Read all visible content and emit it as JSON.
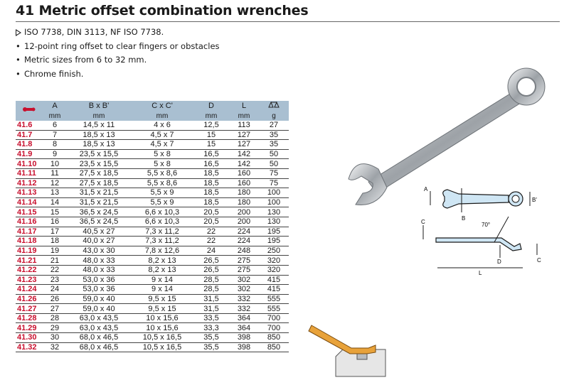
{
  "title": "41 Metric offset combination wrenches",
  "bullets": [
    {
      "marker": "triangle",
      "text": "ISO 7738, DIN 3113, NF ISO 7738."
    },
    {
      "marker": "•",
      "text": "12-point ring offset to clear fingers or obstacles"
    },
    {
      "marker": "•",
      "text": "Metric sizes from 6 to 32 mm."
    },
    {
      "marker": "•",
      "text": "Chrome finish."
    }
  ],
  "table": {
    "header": [
      "",
      "A",
      "B x B'",
      "C x C'",
      "D",
      "L",
      ""
    ],
    "units": [
      "",
      "mm",
      "mm",
      "mm",
      "mm",
      "mm",
      "g"
    ],
    "icons": {
      "first": "wrench-icon",
      "last": "weight-scale-icon"
    },
    "rows": [
      [
        "41.6",
        "6",
        "14,5 x 11",
        "4 x 6",
        "12,5",
        "113",
        "27"
      ],
      [
        "41.7",
        "7",
        "18,5 x 13",
        "4,5 x 7",
        "15",
        "127",
        "35"
      ],
      [
        "41.8",
        "8",
        "18,5 x 13",
        "4,5 x 7",
        "15",
        "127",
        "35"
      ],
      [
        "41.9",
        "9",
        "23,5 x 15,5",
        "5 x 8",
        "16,5",
        "142",
        "50"
      ],
      [
        "41.10",
        "10",
        "23,5 x 15,5",
        "5 x 8",
        "16,5",
        "142",
        "50"
      ],
      [
        "41.11",
        "11",
        "27,5 x 18,5",
        "5,5 x 8,6",
        "18,5",
        "160",
        "75"
      ],
      [
        "41.12",
        "12",
        "27,5 x 18,5",
        "5,5 x 8,6",
        "18,5",
        "160",
        "75"
      ],
      [
        "41.13",
        "13",
        "31,5 x 21,5",
        "5,5 x 9",
        "18,5",
        "180",
        "100"
      ],
      [
        "41.14",
        "14",
        "31,5 x 21,5",
        "5,5 x 9",
        "18,5",
        "180",
        "100"
      ],
      [
        "41.15",
        "15",
        "36,5 x 24,5",
        "6,6 x 10,3",
        "20,5",
        "200",
        "130"
      ],
      [
        "41.16",
        "16",
        "36,5 x 24,5",
        "6,6 x 10,3",
        "20,5",
        "200",
        "130"
      ],
      [
        "41.17",
        "17",
        "40,5 x 27",
        "7,3 x 11,2",
        "22",
        "224",
        "195"
      ],
      [
        "41.18",
        "18",
        "40,0 x 27",
        "7,3 x 11,2",
        "22",
        "224",
        "195"
      ],
      [
        "41.19",
        "19",
        "43,0 x 30",
        "7,8 x 12,6",
        "24",
        "248",
        "250"
      ],
      [
        "41.21",
        "21",
        "48,0 x 33",
        "8,2 x 13",
        "26,5",
        "275",
        "320"
      ],
      [
        "41.22",
        "22",
        "48,0 x 33",
        "8,2 x 13",
        "26,5",
        "275",
        "320"
      ],
      [
        "41.23",
        "23",
        "53,0 x 36",
        "9 x 14",
        "28,5",
        "302",
        "415"
      ],
      [
        "41.24",
        "24",
        "53,0 x 36",
        "9 x 14",
        "28,5",
        "302",
        "415"
      ],
      [
        "41.26",
        "26",
        "59,0 x 40",
        "9,5 x 15",
        "31,5",
        "332",
        "555"
      ],
      [
        "41.27",
        "27",
        "59,0 x 40",
        "9,5 x 15",
        "31,5",
        "332",
        "555"
      ],
      [
        "41.28",
        "28",
        "63,0 x 43,5",
        "10 x 15,6",
        "33,5",
        "364",
        "700"
      ],
      [
        "41.29",
        "29",
        "63,0 x 43,5",
        "10 x 15,6",
        "33,3",
        "364",
        "700"
      ],
      [
        "41.30",
        "30",
        "68,0 x 46,5",
        "10,5 x 16,5",
        "35,5",
        "398",
        "850"
      ],
      [
        "41.32",
        "32",
        "68,0 x 46,5",
        "10,5 x 16,5",
        "35,5",
        "398",
        "850"
      ]
    ]
  },
  "diagram": {
    "labels": {
      "a": "A",
      "b": "B",
      "b_prime": "B'",
      "c": "C",
      "c2": "C",
      "d": "D",
      "l": "L",
      "angle": "70°"
    },
    "colors": {
      "outline": "#1a1a1a",
      "blue_fill": "#cfe6f4",
      "orange": "#e8a23a",
      "chrome": "#b8bcc0"
    }
  }
}
